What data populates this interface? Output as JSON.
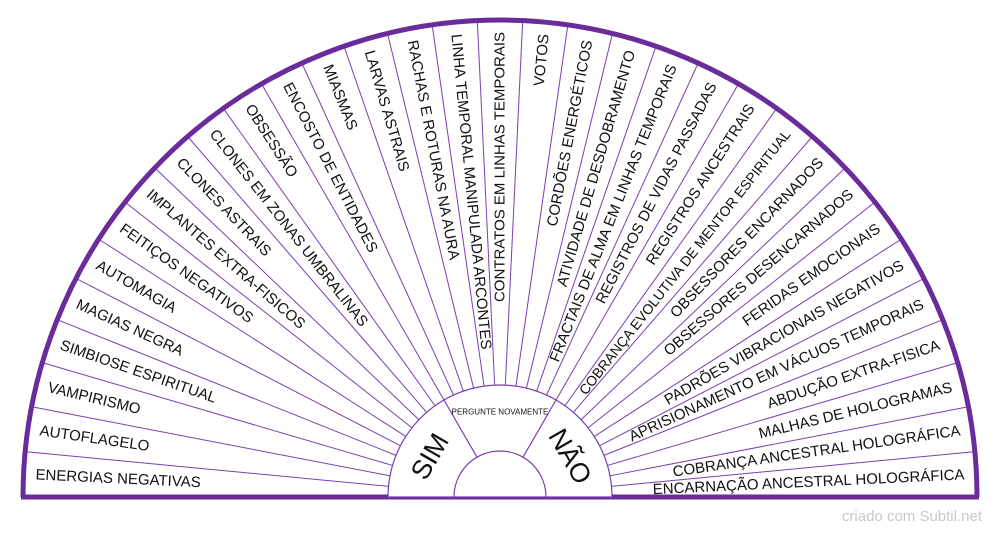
{
  "pendulum_chart": {
    "colors": {
      "outline": "#6a2b9b",
      "divider": "#7a3fb0",
      "text": "#111111",
      "background": "#ffffff"
    },
    "labels": [
      "ENERGIAS NEGATIVAS",
      "AUTOFLAGELO",
      "VAMPIRISMO",
      "SIMBIOSE ESPIRITUAL",
      "MAGIAS NEGRA",
      "AUTOMAGIA",
      "FEITIÇOS NEGATIVOS",
      "IMPLANTES EXTRA-FISICOS",
      "CLONES ASTRAIS",
      "CLONES EM ZONAS UMBRALINAS",
      "OBSESSÃO",
      "ENCOSTO DE ENTIDADES",
      "MIASMAS",
      "LARVAS ASTRAIS",
      "RACHAS E ROTURAS NA AURA",
      "LINHA TEMPORAL MANIPULADA ARCONTES",
      "CONTRATOS EM LINHAS TEMPORAIS",
      "VOTOS",
      "CORDÕES ENERGÉTICOS",
      "ATIVIDADE DE DESDOBRAMENTO",
      "FRACTAIS DE ALMA EM LINHAS TEMPORAIS",
      "REGISTROS DE VIDAS PASSADAS",
      "REGISTROS  ANCESTRAIS",
      "COBRANÇA EVOLUTIVA DE MENTOR ESPIRITUAL",
      "OBSESSORES ENCARNADOS",
      "OBSESSORES DESENCARNADOS",
      "FERIDAS EMOCIONAIS",
      "PADRÕES VIBRACIONAIS NEGATIVOS",
      "APRISIONAMENTO EM VÁCUOS TEMPORAIS",
      "ABDUÇÃO EXTRA-FISICA",
      "MALHAS DE HOLOGRAMAS",
      "COBRANÇA ANCESTRAL HOLOGRÁFICA",
      "ENCARNAÇÃO ANCESTRAL HOLOGRÁFICA"
    ],
    "inner": {
      "yes": "SIM",
      "ask_again": "PERGUNTE NOVAMENTE",
      "no": "NÃO"
    }
  },
  "footer": {
    "credit": "criado com Subtil.net"
  }
}
